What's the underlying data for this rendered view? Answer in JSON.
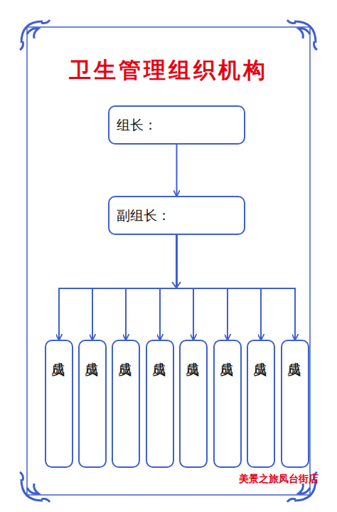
{
  "diagram": {
    "title": "卫生管理组织机构",
    "nodes": [
      {
        "text": [
          "组长："
        ]
      },
      {
        "text": [
          "副组长："
        ]
      },
      {
        "text": [
          "成员"
        ]
      },
      {
        "text": [
          "成员"
        ]
      },
      {
        "text": [
          "成员"
        ]
      },
      {
        "text": [
          "成员"
        ]
      },
      {
        "text": [
          "成员"
        ]
      },
      {
        "text": [
          "成员"
        ]
      },
      {
        "text": [
          "成员"
        ]
      },
      {
        "text": [
          "成员"
        ]
      }
    ],
    "edges": [
      {
        "from": 0,
        "to": 1,
        "arrow": "to"
      },
      {
        "from": 1,
        "to": 2,
        "arrow": "to"
      },
      {
        "from": 1,
        "to": 3,
        "arrow": "to"
      },
      {
        "from": 1,
        "to": 4,
        "arrow": "to"
      },
      {
        "from": 1,
        "to": 5,
        "arrow": "to"
      },
      {
        "from": 1,
        "to": 6,
        "arrow": "to"
      },
      {
        "from": 1,
        "to": 7,
        "arrow": "to"
      },
      {
        "from": 1,
        "to": 8,
        "arrow": "to"
      },
      {
        "from": 1,
        "to": 9,
        "arrow": "to"
      }
    ],
    "labels": [
      "美景之旅凤台街店"
    ]
  }
}
